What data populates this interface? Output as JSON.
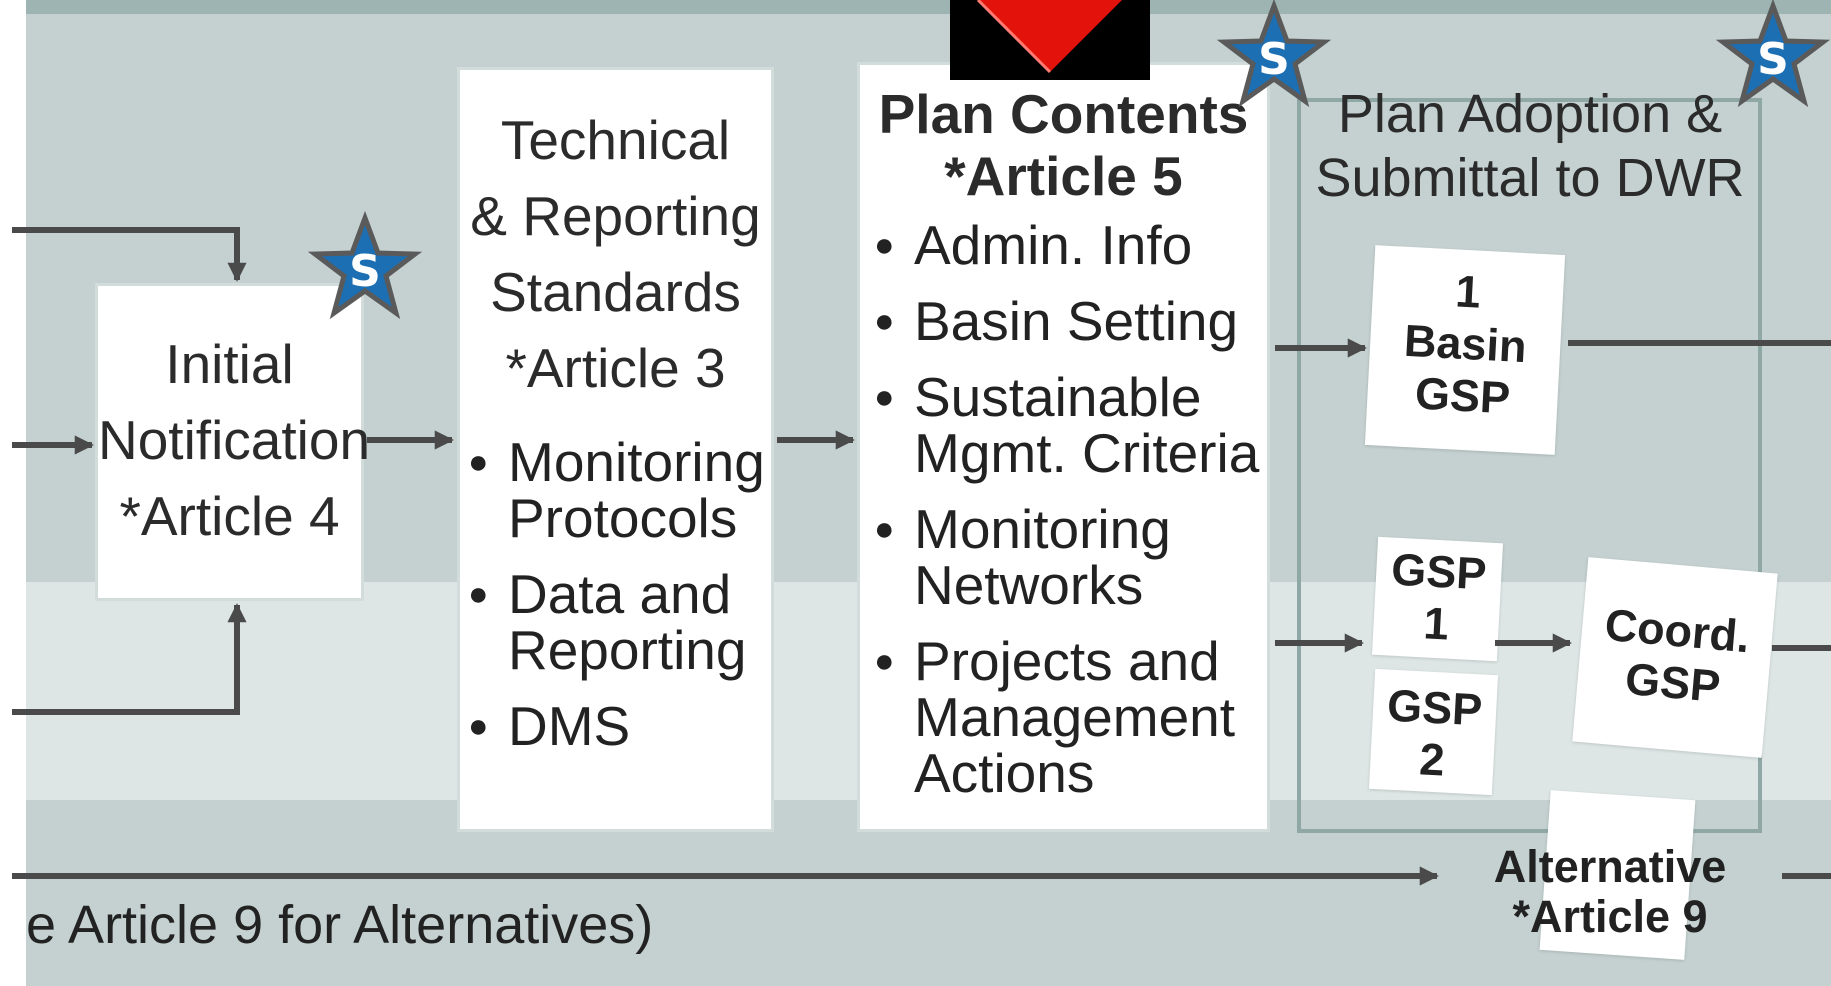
{
  "colors": {
    "arrow": "#4a4a4a",
    "star_fill": "#1d6fb3",
    "star_stroke": "#5a5a5a",
    "marker_red": "#e3120b"
  },
  "initial_notification": {
    "lines": [
      "Initial",
      "Notification",
      "*Article 4"
    ]
  },
  "technical_standards": {
    "title_lines": [
      "Technical",
      "& Reporting",
      "Standards",
      "*Article 3"
    ],
    "items": [
      {
        "lines": [
          "Monitoring",
          "Protocols"
        ]
      },
      {
        "lines": [
          "Data and",
          "Reporting"
        ]
      },
      {
        "lines": [
          "DMS"
        ]
      }
    ]
  },
  "plan_contents": {
    "title_lines": [
      "Plan Contents",
      "*Article 5"
    ],
    "items": [
      {
        "lines": [
          "Admin. Info"
        ]
      },
      {
        "lines": [
          "Basin Setting"
        ]
      },
      {
        "lines": [
          "Sustainable",
          "Mgmt. Criteria"
        ]
      },
      {
        "lines": [
          "Monitoring",
          "Networks"
        ]
      },
      {
        "lines": [
          "Projects and",
          "Management",
          "Actions"
        ]
      }
    ]
  },
  "plan_adoption": {
    "title_lines": [
      "Plan Adoption &",
      "Submittal to DWR"
    ],
    "basin_card": [
      "1",
      "Basin",
      "GSP"
    ],
    "gsp1_card": [
      "GSP",
      "1"
    ],
    "gsp2_card": [
      "GSP",
      "2"
    ],
    "coord_card": [
      "Coord.",
      "GSP"
    ]
  },
  "alternative": {
    "lines": [
      "Alternative",
      "*Article 9"
    ]
  },
  "footnote": "e Article 9 for Alternatives)",
  "star_badge_letter": "S"
}
